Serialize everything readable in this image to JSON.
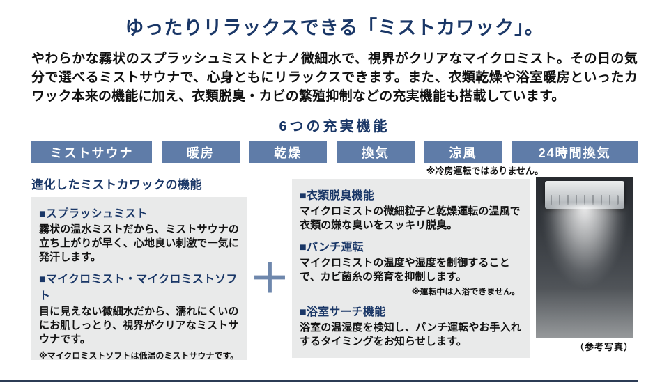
{
  "page": {
    "title": "ゆったりリラックスできる「ミストカワック」。",
    "intro": "やわらかな霧状のスプラッシュミストとナノ微細水で、視界がクリアなマイクロミスト。その日の気分で選べるミストサウナで、心身ともにリラックスできます。また、衣類乾燥や浴室暖房といったカワック本来の機能に加え、衣類脱臭・カビの繁殖抑制などの充実機能も搭載しています。"
  },
  "features_header": "6つの充実機能",
  "feature_tabs": [
    {
      "label": "ミストサウナ"
    },
    {
      "label": "暖房"
    },
    {
      "label": "乾燥"
    },
    {
      "label": "換気"
    },
    {
      "label": "涼風"
    },
    {
      "label": "24時間換気"
    }
  ],
  "tabs_note": "※冷房運転ではありません。",
  "evolution": {
    "heading": "進化したミストカワックの機能",
    "plus": "＋",
    "left_box": {
      "items": [
        {
          "title": "■スプラッシュミスト",
          "body": "霧状の温水ミストだから、ミストサウナの立ち上がりが早く、心地良い刺激で一気に発汗します。"
        },
        {
          "title": "■マイクロミスト・マイクロミストソフト",
          "body": "目に見えない微細水だから、濡れにくいのにお肌しっとり、視界がクリアなミストサウナです。",
          "note": "※マイクロミストソフトは低温のミストサウナです。"
        }
      ]
    },
    "right_box": {
      "items": [
        {
          "title": "■衣類脱臭機能",
          "body": "マイクロミストの微細粒子と乾燥運転の温風で衣類の嫌な臭いをスッキリ脱臭。"
        },
        {
          "title": "■パンチ運転",
          "body": "マイクロミストの温度や湿度を制御することで、カビ菌糸の発育を抑制します。",
          "note": "※運転中は入浴できません。"
        },
        {
          "title": "■浴室サーチ機能",
          "body": "浴室の温湿度を検知し、パンチ運転やお手入れするタイミングをお知らせします。"
        }
      ]
    }
  },
  "photo": {
    "caption": "（参考写真）"
  },
  "colors": {
    "navy": "#1a3767",
    "steel_blue": "#5f7ca8",
    "box_gray": "#e9eaea"
  }
}
